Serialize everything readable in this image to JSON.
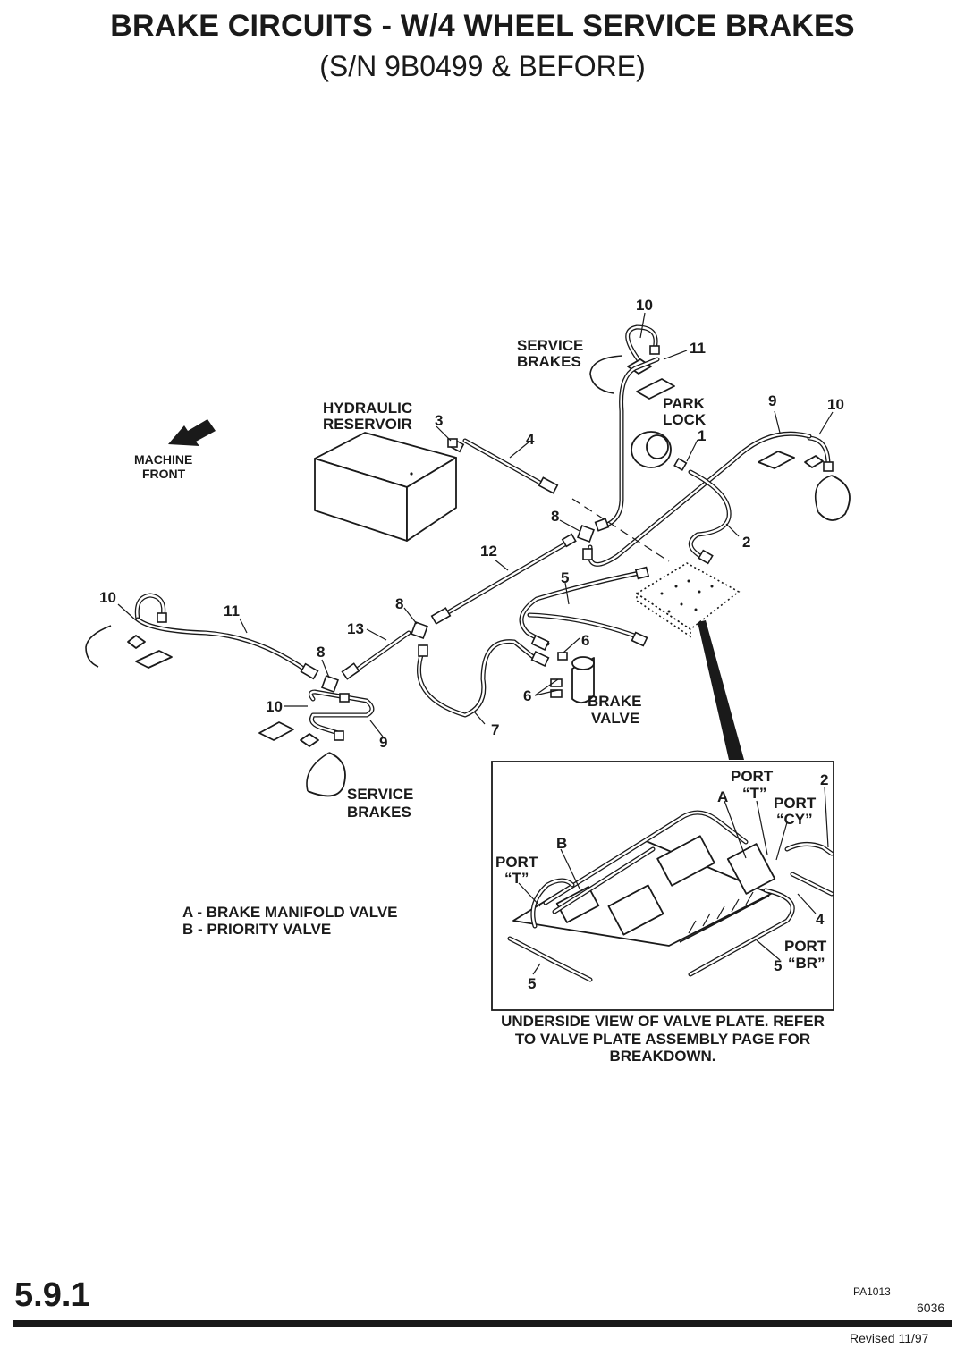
{
  "header": {
    "title": "BRAKE CIRCUITS - W/4 WHEEL SERVICE BRAKES",
    "subtitle": "(S/N 9B0499 & BEFORE)"
  },
  "labels": {
    "service_brakes": "SERVICE",
    "service_brakes_2": "BRAKES",
    "hydraulic": "HYDRAULIC",
    "reservoir": "RESERVOIR",
    "park": "PARK",
    "lock": "LOCK",
    "machine": "MACHINE",
    "front": "FRONT",
    "brake": "BRAKE",
    "valve": "VALVE",
    "lower_service": "SERVICE",
    "lower_brakes": "BRAKES",
    "port": "PORT",
    "port_t": "“T”",
    "port_cy": "“CY”",
    "port_br": "“BR”",
    "letter_a": "A",
    "letter_b": "B"
  },
  "callouts": {
    "c1": "1",
    "c2": "2",
    "c3": "3",
    "c4": "4",
    "c5": "5",
    "c6": "6",
    "c7": "7",
    "c8": "8",
    "c9": "9",
    "c10": "10",
    "c11": "11",
    "c12": "12",
    "c13": "13"
  },
  "legend": {
    "a": "A - BRAKE MANIFOLD VALVE",
    "b": "B - PRIORITY VALVE"
  },
  "inset_caption": {
    "line1": "UNDERSIDE VIEW OF VALVE PLATE. REFER",
    "line2": "TO VALVE PLATE ASSEMBLY PAGE FOR",
    "line3": "BREAKDOWN."
  },
  "footer": {
    "page_number": "5.9.1",
    "figure_code": "PA1013",
    "doc_code": "6036",
    "revised": "Revised 11/97"
  }
}
